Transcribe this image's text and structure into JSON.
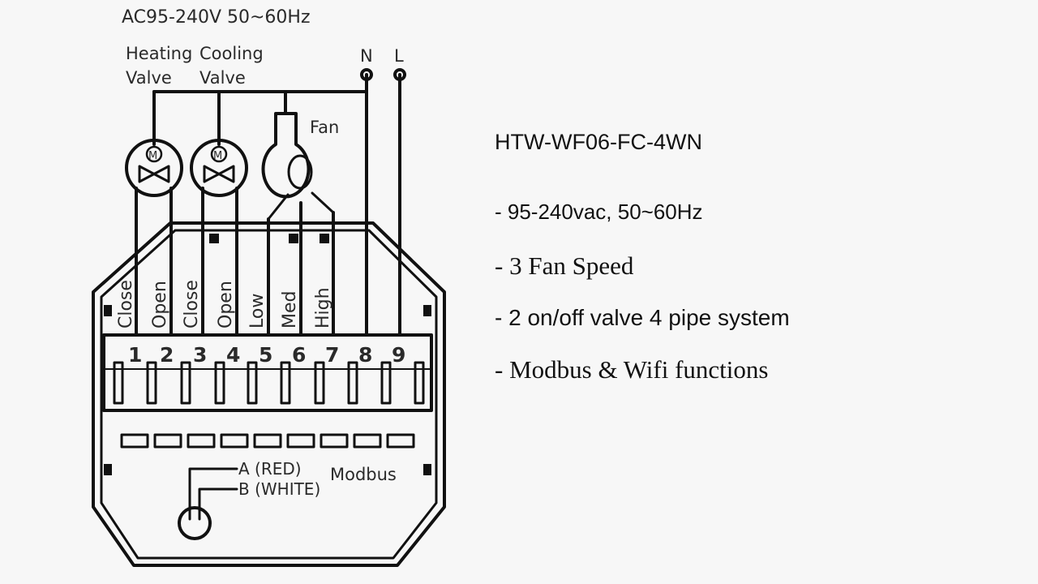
{
  "diagram": {
    "supply": "AC95-240V  50~60Hz",
    "heating_valve": [
      "Heating",
      "Valve"
    ],
    "cooling_valve": [
      "Cooling",
      "Valve"
    ],
    "neutral": "N",
    "live": "L",
    "fan": "Fan",
    "valve_symbol": "M",
    "terminal_functions": [
      "Close",
      "Open",
      "Close",
      "Open",
      "Low",
      "Med",
      "High"
    ],
    "terminal_numbers": [
      "1",
      "2",
      "3",
      "4",
      "5",
      "6",
      "7",
      "8",
      "9"
    ],
    "modbus_a": "A (RED)",
    "modbus_b": "B (WHITE)",
    "modbus": "Modbus"
  },
  "specs": {
    "model": "HTW-WF06-FC-4WN",
    "features": [
      "- 95-240vac, 50~60Hz",
      "- 3 Fan Speed",
      "- 2 on/off valve 4 pipe system",
      "- Modbus & Wifi functions"
    ]
  }
}
